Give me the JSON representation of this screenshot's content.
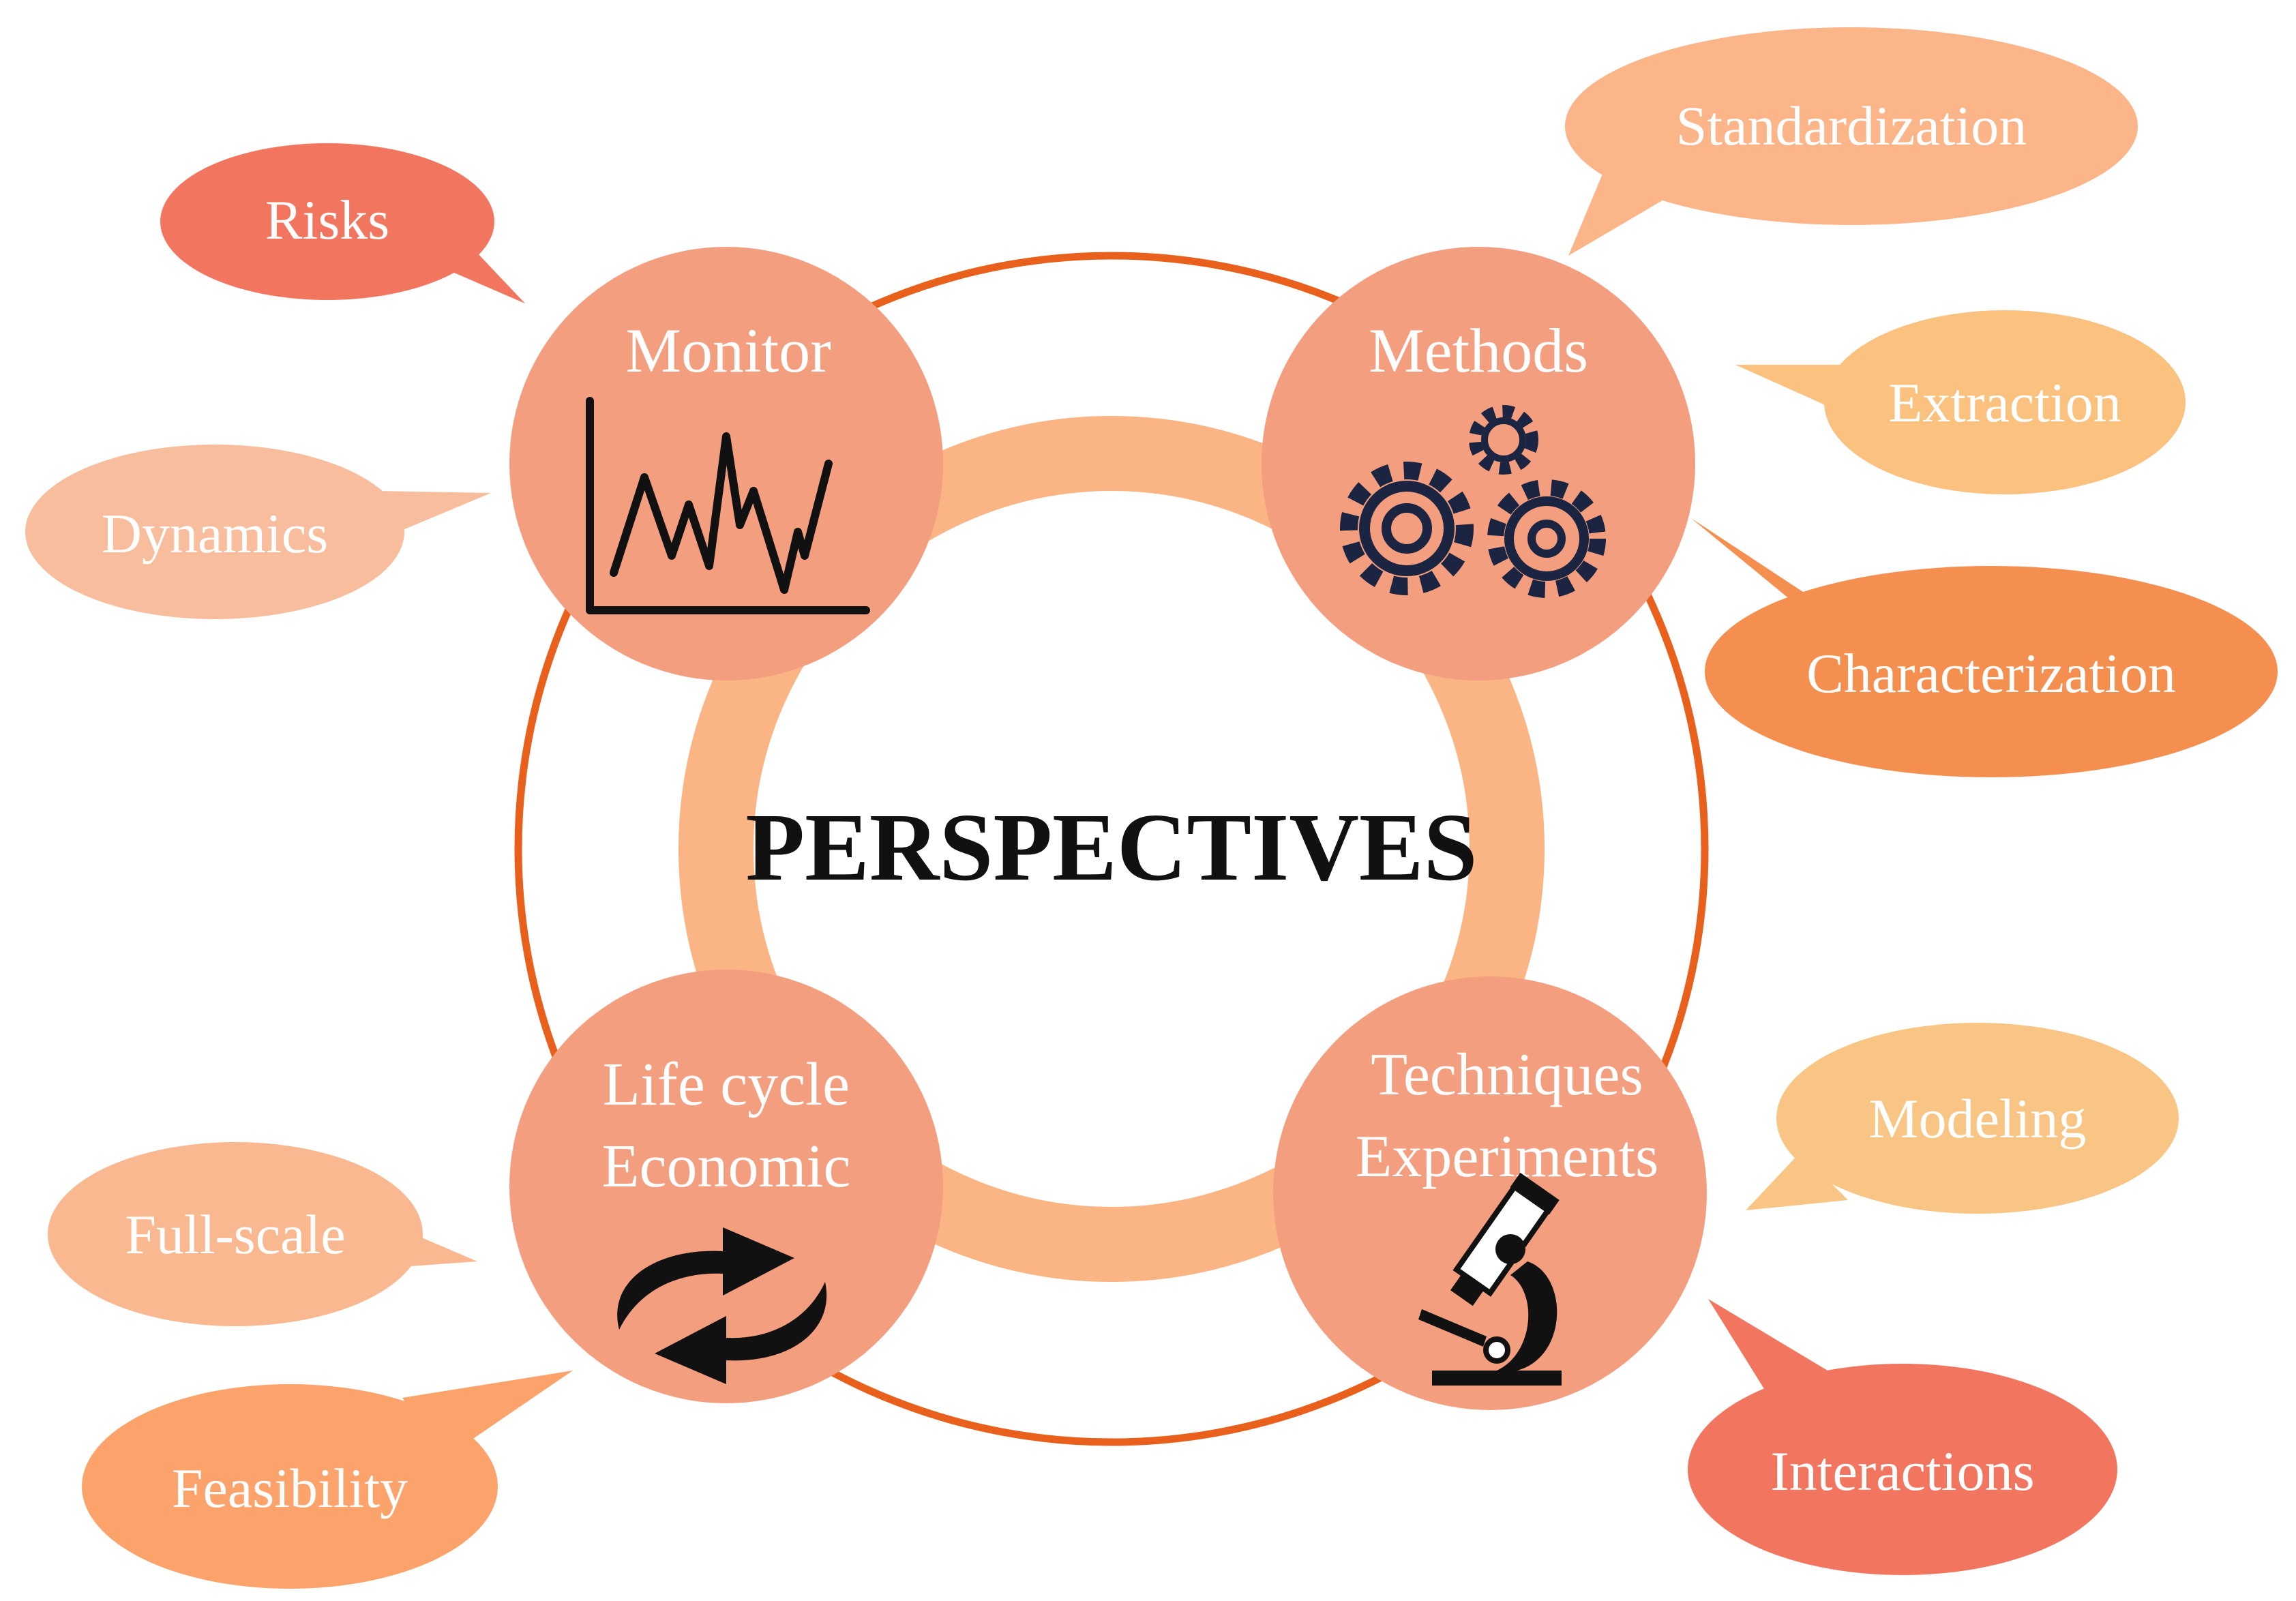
{
  "title": "PERSPECTIVES",
  "colors": {
    "outer_ring": "#e8601c",
    "inner_ring": "#fbb584",
    "node_fill": "#f49e80",
    "icon": "#111111",
    "gear": "#1b2440"
  },
  "nodes": {
    "monitor": {
      "label": "Monitor",
      "icon": "line-chart-icon"
    },
    "methods": {
      "label": "Methods",
      "icon": "gears-icon"
    },
    "lifecycle": {
      "label_line1": "Life cycle",
      "label_line2": "Economic",
      "icon": "cycle-arrows-icon"
    },
    "techniques": {
      "label_line1": "Techniques",
      "label_line2": "Experiments",
      "icon": "microscope-icon"
    }
  },
  "bubbles": {
    "risks": {
      "label": "Risks",
      "color": "#f2765f"
    },
    "dynamics": {
      "label": "Dynamics",
      "color": "#f8bd9d"
    },
    "standardization": {
      "label": "Standardization",
      "color": "#fbb589"
    },
    "extraction": {
      "label": "Extraction",
      "color": "#fac17f"
    },
    "characterization": {
      "label": "Characterization",
      "color": "#f48f4f"
    },
    "fullscale": {
      "label": "Full-scale",
      "color": "#f9b88f"
    },
    "feasibility": {
      "label": "Feasibility",
      "color": "#fba36b"
    },
    "modeling": {
      "label": "Modeling",
      "color": "#f9c584"
    },
    "interactions": {
      "label": "Interactions",
      "color": "#f2765f"
    }
  }
}
